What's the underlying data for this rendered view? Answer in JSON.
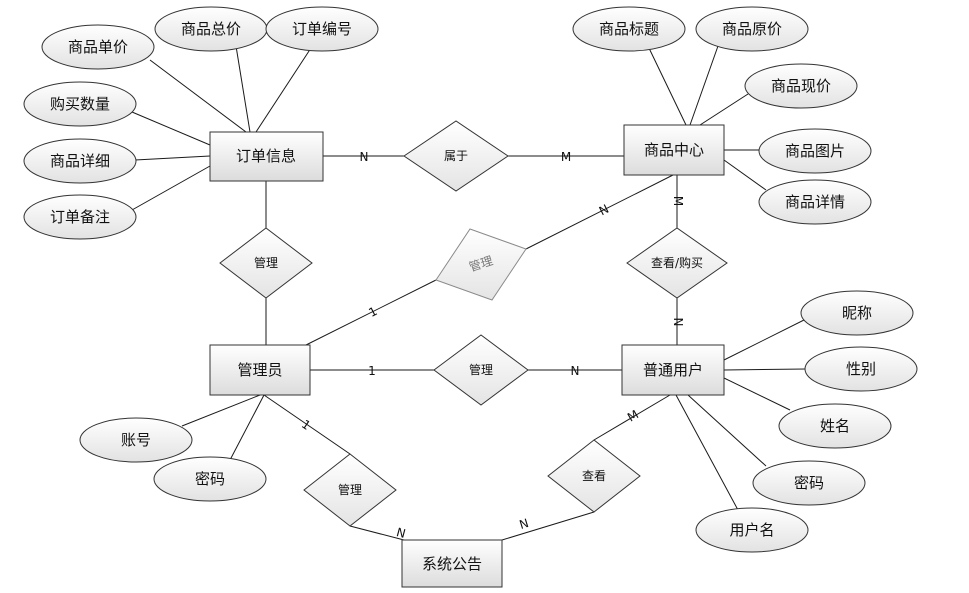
{
  "entities": {
    "order": "订单信息",
    "product": "商品中心",
    "admin": "管理员",
    "user": "普通用户",
    "notice": "系统公告"
  },
  "attributes": {
    "unit_price": "商品单价",
    "total_price": "商品总价",
    "order_no": "订单编号",
    "quantity": "购买数量",
    "item_detail": "商品详细",
    "order_note": "订单备注",
    "title": "商品标题",
    "original_price": "商品原价",
    "current_price": "商品现价",
    "image": "商品图片",
    "details": "商品详情",
    "nickname": "昵称",
    "gender": "性别",
    "name": "姓名",
    "user_password": "密码",
    "username": "用户名",
    "account": "账号",
    "admin_password": "密码"
  },
  "relationships": {
    "belongs_to": "属于",
    "manage_order": "管理",
    "manage_product": "管理",
    "view_buy": "查看/购买",
    "manage_user": "管理",
    "manage_notice": "管理",
    "view_notice": "查看"
  },
  "cardinalities": {
    "order_belongs": "N",
    "product_belongs": "M",
    "product_mp": "N",
    "admin_mp": "1",
    "product_vb": "M",
    "user_vb": "N",
    "admin_mu": "1",
    "user_mu": "N",
    "admin_mn": "1",
    "notice_mn": "N",
    "user_vn": "M",
    "notice_vn": "N"
  }
}
